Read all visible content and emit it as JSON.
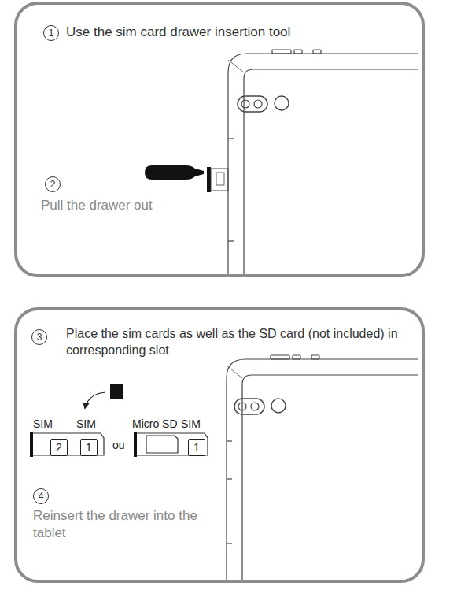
{
  "diagram": {
    "nodes": [
      {
        "text": [
          "Use the sim card drawer insertion tool",
          "Pull the drawer out"
        ]
      },
      {
        "text": [
          "1"
        ],
        "in": 0
      },
      {
        "text": [
          "2"
        ],
        "in": 0
      },
      {
        "text": [
          "Place the sim cards as well as the SD card (not included) in corresponding slot",
          "Reinsert the drawer into the tablet"
        ]
      },
      {
        "text": [
          "3"
        ],
        "in": 3
      },
      {
        "text": [
          "4"
        ],
        "in": 3
      },
      {
        "text": [
          "2"
        ],
        "in": 3
      },
      {
        "text": [
          "1"
        ],
        "in": 3
      },
      {
        "text": [
          "1"
        ],
        "in": 3
      }
    ],
    "labels": [
      "SIM",
      "SIM",
      "ou",
      "Micro SD",
      "SIM"
    ]
  }
}
